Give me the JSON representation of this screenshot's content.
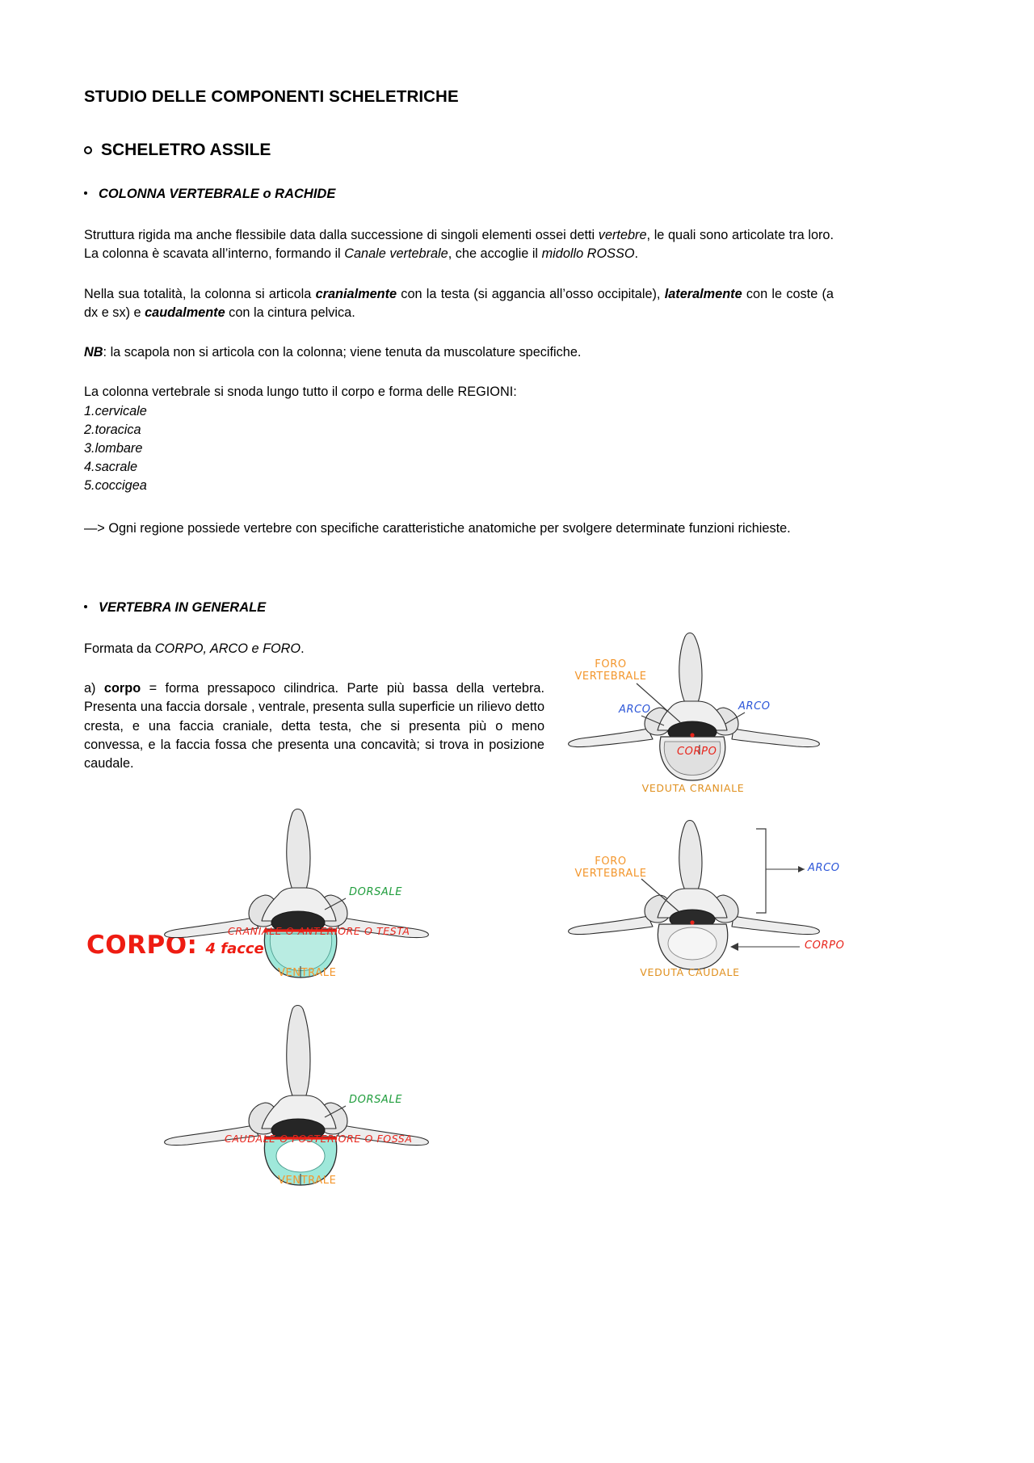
{
  "document": {
    "title": "STUDIO DELLE COMPONENTI SCHELETRICHE",
    "section": "SCHELETRO ASSILE",
    "subsection_1": "COLONNA VERTEBRALE o RACHIDE",
    "subsection_2": "VERTEBRA IN GENERALE"
  },
  "paragraphs": {
    "p1_a": "Struttura rigida ma anche flessibile data dalla successione di singoli elementi ossei detti ",
    "p1_vertebre": "vertebre",
    "p1_b": ", le quali sono articolate tra loro. La colonna è scavata all’interno, formando il ",
    "p1_canale": "Canale vertebrale",
    "p1_c": ", che accoglie il ",
    "p1_midollo": "midollo ROSSO",
    "p1_d": ".",
    "p2_a": "Nella sua totalità, la colonna si articola ",
    "p2_cranialmente": "cranialmente",
    "p2_b": " con la testa (si aggancia all’osso occipitale), ",
    "p2_lateralmente": "lateralmente",
    "p2_c": " con le coste (a dx e sx) e ",
    "p2_caudalmente": "caudalmente",
    "p2_d": " con la cintura pelvica.",
    "p3_nb": "NB",
    "p3_text": ": la scapola non si articola con la colonna; viene tenuta da muscolature specifiche.",
    "p4_intro": "La colonna vertebrale si snoda lungo tutto il corpo e forma delle REGIONI:",
    "p5": "—> Ogni regione possiede vertebre con specifiche caratteristiche anatomiche per svolgere determinate funzioni richieste.",
    "p6_a": "Formata da ",
    "p6_b": "CORPO, ARCO e FORO",
    "p6_c": ".",
    "p7_a": "a) ",
    "p7_corpo": "corpo",
    "p7_b": " = forma pressapoco cilindrica. Parte più bassa della vertebra. Presenta una faccia dorsale , ventrale, presenta sulla superficie un rilievo detto cresta, e una faccia craniale, detta testa, che si presenta più o meno convessa, e la faccia fossa che presenta una concavità; si trova in posizione caudale."
  },
  "regions": [
    "1.cervicale",
    "2.toracica",
    "3.lombare",
    "4.sacrale",
    "5.coccigea"
  ],
  "annotation": {
    "corpo_title": "CORPO:",
    "corpo_sub": "4 facce",
    "corpo_color": "#ee1c12"
  },
  "figures": {
    "craniale_view": {
      "caption": "VEDUTA CRANIALE",
      "labels": {
        "foro": "FORO\nVERTEBRALE",
        "foro_line1": "FORO",
        "foro_line2": "VERTEBRALE",
        "arco_left": "ARCO",
        "arco_right": "ARCO",
        "corpo": "CORPO"
      }
    },
    "caudale_view": {
      "caption": "VEDUTA CAUDALE",
      "labels": {
        "foro_line1": "FORO",
        "foro_line2": "VERTEBRALE",
        "arco": "ARCO",
        "corpo": "CORPO"
      }
    },
    "corpo_craniale": {
      "labels": {
        "dorsale": "DORSALE",
        "ventrale": "VENTRALE",
        "craniale": "CRANIALE O ANTERIORE O TESTA"
      }
    },
    "corpo_caudale": {
      "labels": {
        "dorsale": "DORSALE",
        "ventrale": "VENTRALE",
        "caudale": "CAUDALE O POSTERIORE O FOSSA"
      }
    }
  },
  "colors": {
    "orange": "#f3962c",
    "blue": "#2c56d8",
    "red": "#e8251c",
    "green": "#1f9d3c",
    "caption_orange": "#e0901f",
    "teal_fill": "#9fe8da"
  }
}
